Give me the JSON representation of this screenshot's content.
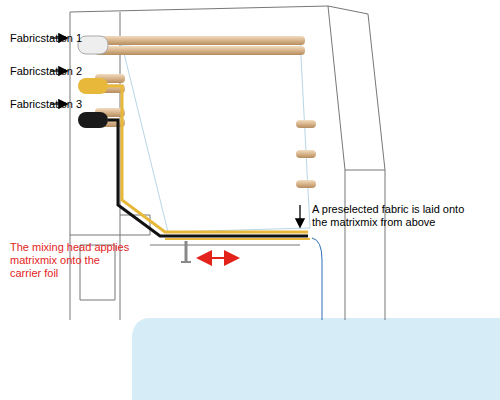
{
  "diagram": {
    "labels": [
      "Fabricstation 1",
      "Fabricstation 2",
      "Fabricstation 3",
      "A preselected fabric is laid onto the matrixmix from above",
      "The mixing head applies matrixmix onto the carrier foil"
    ]
  }
}
